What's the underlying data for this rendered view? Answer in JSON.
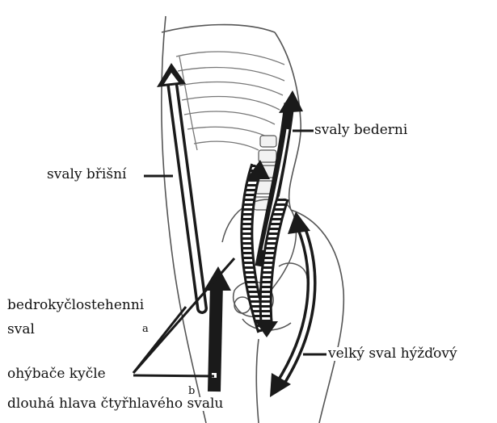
{
  "diagram": {
    "labels": {
      "abdominal_muscles": "svaly břišní",
      "lumbar_muscles": "svaly bederni",
      "iliopsoas_line1": "bedrokyčlostehenni",
      "iliopsoas_line2": "sval",
      "hip_flexors": "ohýbače kyčle",
      "gluteus_maximus": "velký sval hýžďový",
      "rectus_femoris": "dlouhá hlava čtyřhlavého svalu",
      "marker_a": "a",
      "marker_b": "b"
    }
  }
}
